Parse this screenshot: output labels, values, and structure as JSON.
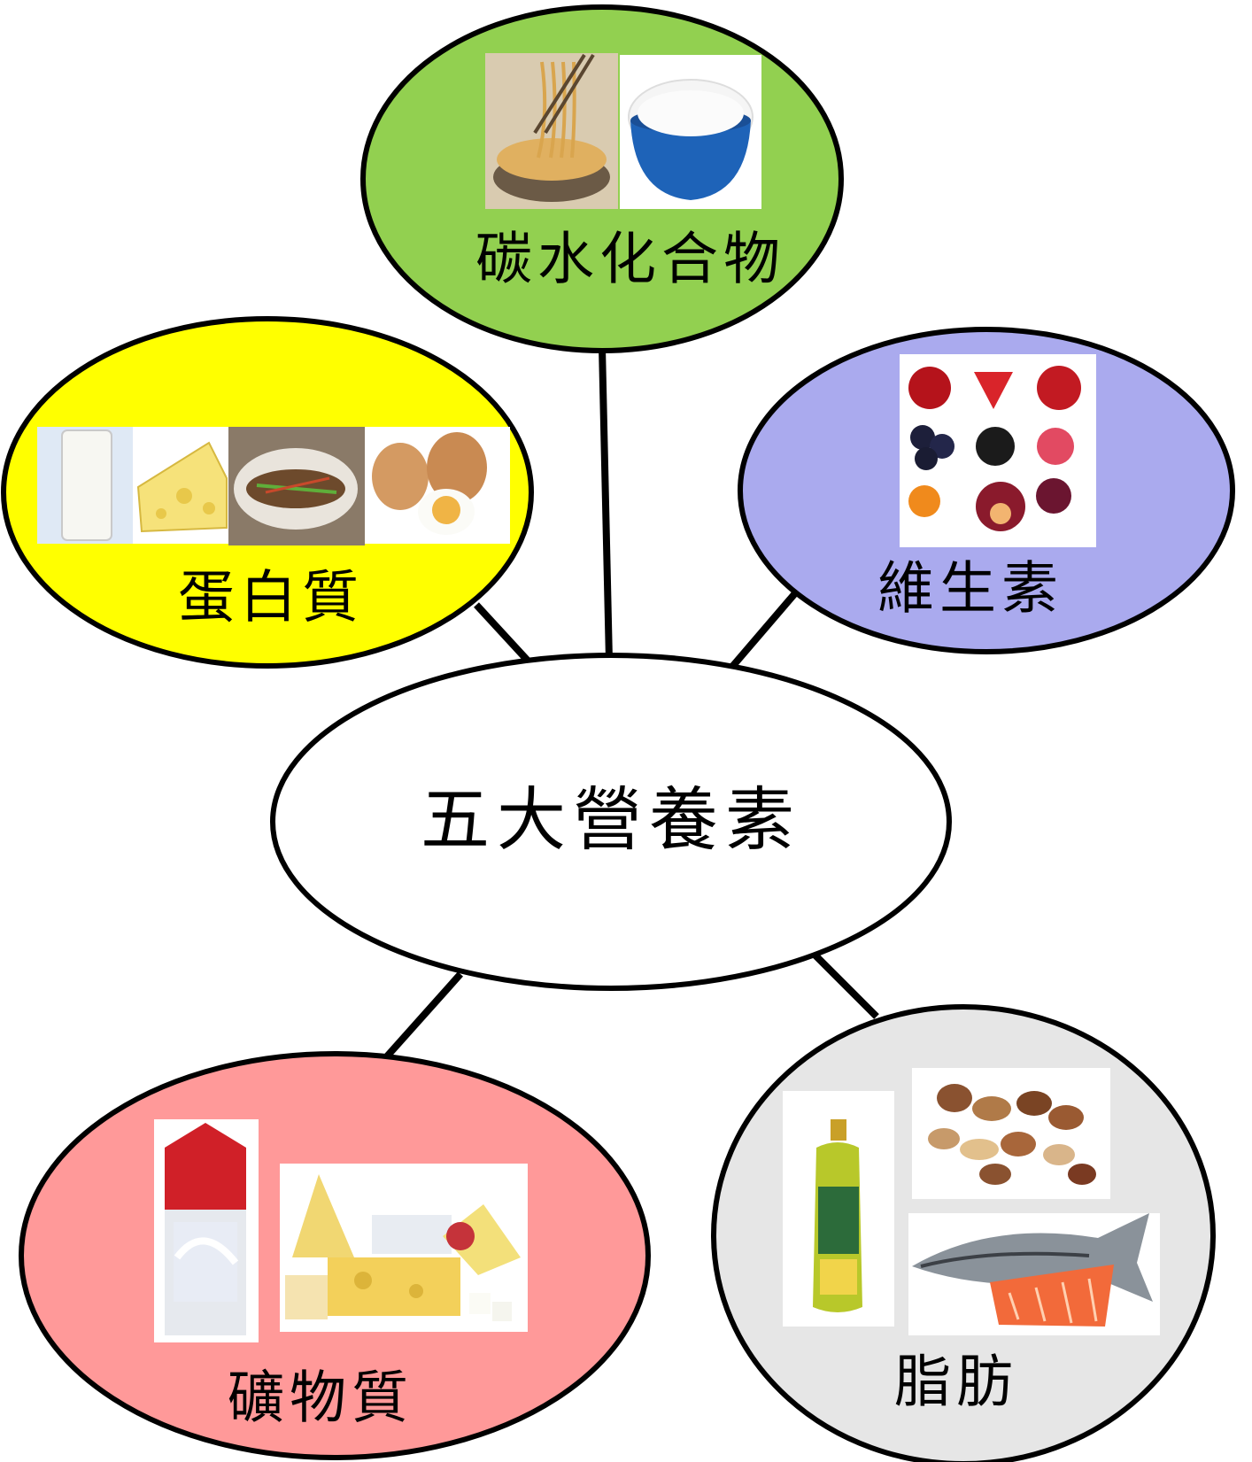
{
  "center": {
    "label": "五大營養素",
    "color": "#ffffff"
  },
  "nodes": {
    "carbohydrate": {
      "label": "碳水化合物",
      "color": "#92d050",
      "photos": [
        "noodles-photo",
        "rice-bowl-photo"
      ]
    },
    "protein": {
      "label": "蛋白質",
      "color": "#ffff00",
      "photos": [
        "milk-glass-photo",
        "cheese-photo",
        "steamed-fish-photo",
        "eggs-photo"
      ]
    },
    "vitamin": {
      "label": "維生素",
      "color": "#aaaaee",
      "photos": [
        "fruits-grid-photo"
      ]
    },
    "mineral": {
      "label": "礦物質",
      "color": "#ff9999",
      "photos": [
        "milk-carton-photo",
        "cheese-platter-photo"
      ]
    },
    "fat": {
      "label": "脂肪",
      "color": "#e6e6e6",
      "photos": [
        "oil-bottle-photo",
        "nuts-photo",
        "salmon-photo"
      ]
    }
  }
}
